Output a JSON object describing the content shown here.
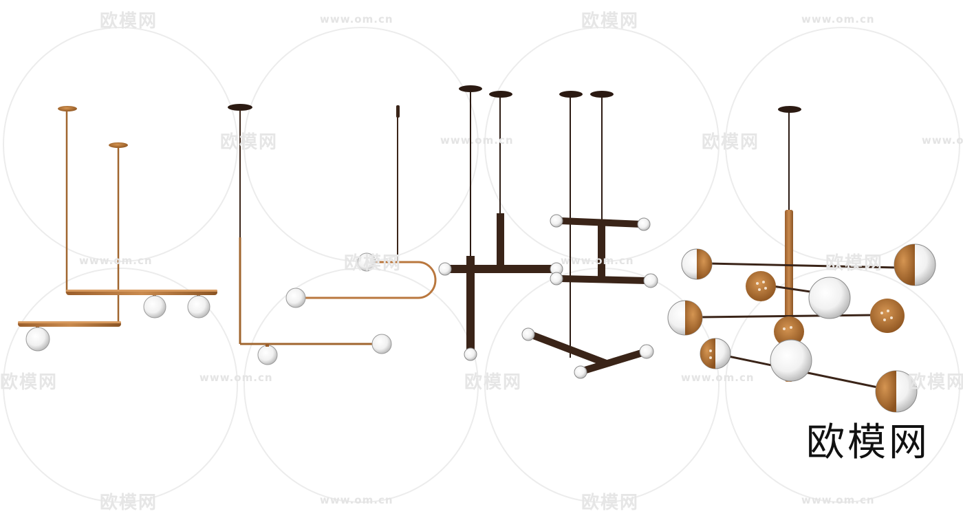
{
  "image": {
    "subject": "pendant-lamp-models",
    "colors": {
      "copper": "#b9773e",
      "copper_dark": "#8a5424",
      "black_bronze": "#3a2418",
      "canopy_dark": "#2b1a12",
      "glass": "#f4f4f4",
      "glass_shade": "#bdbdbd",
      "watermark": "#e6e6e6"
    }
  },
  "watermark": {
    "url_text": "www.om.cn",
    "brand_text": "欧模网"
  },
  "brand_corner": {
    "text": "欧模网"
  }
}
